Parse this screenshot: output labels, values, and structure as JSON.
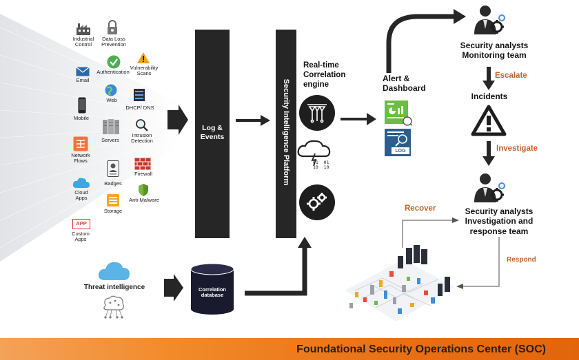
{
  "sources": [
    {
      "id": "industrial",
      "label": "Industrial\nControl",
      "icon": "factory-icon"
    },
    {
      "id": "dlp",
      "label": "Data Loss\nPrevention",
      "icon": "lock-icon"
    },
    {
      "id": "authentication",
      "label": "Authentication",
      "icon": "checkmark-icon"
    },
    {
      "id": "vuln",
      "label": "Vulnerability\nScans",
      "icon": "warning-icon"
    },
    {
      "id": "email",
      "label": "Email",
      "icon": "envelope-icon"
    },
    {
      "id": "web",
      "label": "Web",
      "icon": "globe-icon"
    },
    {
      "id": "dhcp",
      "label": "DHCP/ DNS",
      "icon": "dns-icon"
    },
    {
      "id": "mobile",
      "label": "Mobile",
      "icon": "phone-icon"
    },
    {
      "id": "servers",
      "label": "Servers",
      "icon": "server-icon"
    },
    {
      "id": "intrusion",
      "label": "Intrusion\nDetection",
      "icon": "magnifier-icon"
    },
    {
      "id": "network",
      "label": "Network\nFlows",
      "icon": "network-icon"
    },
    {
      "id": "badges",
      "label": "Badges",
      "icon": "badge-icon"
    },
    {
      "id": "firewall",
      "label": "Firewall",
      "icon": "firewall-icon"
    },
    {
      "id": "cloud",
      "label": "Cloud\nApps",
      "icon": "cloud-icon"
    },
    {
      "id": "antimalware",
      "label": "Anti-Malware",
      "icon": "shield-icon"
    },
    {
      "id": "storage",
      "label": "Storage",
      "icon": "storage-icon"
    },
    {
      "id": "custom",
      "label": "Custom\nApps",
      "icon": "app-icon"
    }
  ],
  "log_events": "Log &\nEvents",
  "platform": "Security Intelligence Platform",
  "threat_intel": "Threat intelligence",
  "correlation_db": "Correlation\ndatabase",
  "engine": "Real-time\nCorrelation\nengine",
  "alert": "Alert &\nDashboard",
  "log_doc": "LOG",
  "monitoring": "Security analysts\nMonitoring team",
  "escalate": "Escalate",
  "incidents": "Incidents",
  "investigate": "Investigate",
  "investigation": "Security analysts\nInvestigation and\nresponse team",
  "recover": "Recover",
  "respond": "Respond",
  "binary": "01  01\n10  10",
  "app_badge": "APP",
  "footer": "Foundational Security Operations Center (SOC)",
  "colors": {
    "accent": "#c0652a",
    "bar": "#262626",
    "footer": "#ec7a1e"
  }
}
